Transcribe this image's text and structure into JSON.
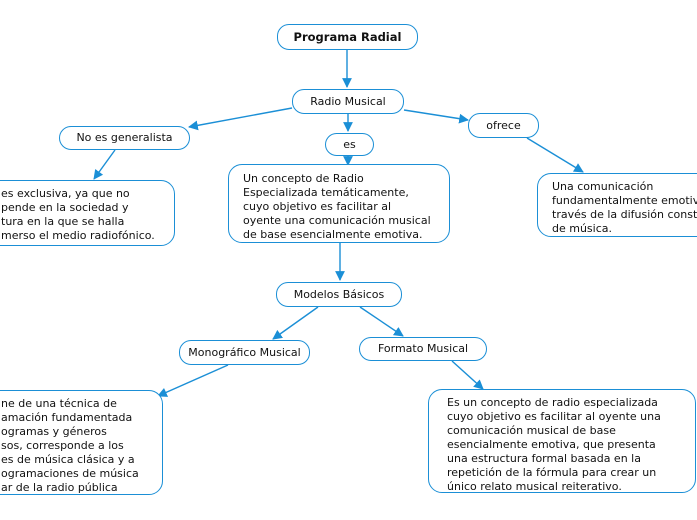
{
  "nodes": {
    "root": "Programa Radial",
    "radio_musical": "Radio Musical",
    "no_generalista": "No es generalista",
    "es": "es",
    "ofrece": "ofrece",
    "no_generalista_desc": [
      "es exclusiva, ya que no",
      "pende en la sociedad y",
      "tura en la que se halla",
      "merso el medio radiofónico."
    ],
    "concepto_desc": [
      "Un concepto de Radio",
      "Especializada temáticamente,",
      "cuyo objetivo es facilitar al",
      "oyente una comunicación musical",
      "de base esencialmente emotiva."
    ],
    "ofrece_desc": [
      "Una comunicación",
      "fundamentalmente emotiva",
      "través de la difusión const",
      "de música."
    ],
    "modelos": "Modelos Básicos",
    "monografico": "Monográfico Musical",
    "formato": "Formato Musical",
    "monografico_desc": [
      "ne de una técnica de",
      "amación fundamentada",
      "ogramas y géneros",
      "sos, corresponde a los",
      "es de música clásica y a",
      "ogramaciones de música",
      "ar de la radio pública"
    ],
    "formato_desc": [
      "Es un concepto de radio especializada",
      "cuyo objetivo es facilitar al oyente una",
      "comunicación musical de base",
      "esencialmente emotiva, que presenta",
      "una estructura formal basada en la",
      "repetición de la fórmula para crear un",
      "único relato musical reiterativo."
    ]
  },
  "colors": {
    "connector": "#1b8fd6",
    "border": "#1b8fd6",
    "background": "#ffffff",
    "text": "#111111"
  }
}
